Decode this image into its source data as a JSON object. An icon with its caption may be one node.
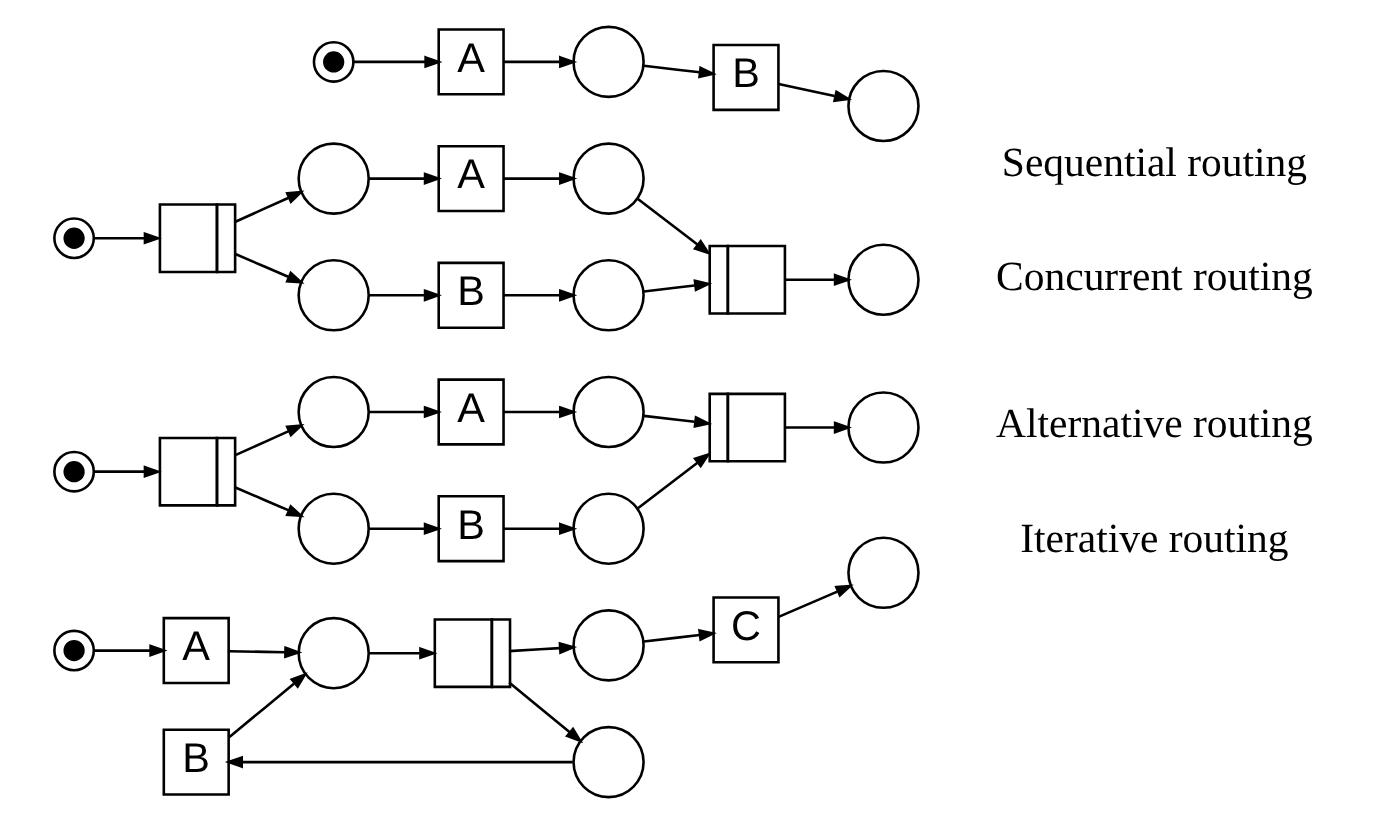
{
  "diagram": {
    "nodes": [
      {
        "text": [],
        "shape": "token"
      },
      {
        "text": [
          "A"
        ]
      },
      {
        "text": [],
        "shape": "circle"
      },
      {
        "text": [
          "B"
        ]
      },
      {
        "text": [],
        "shape": "circle"
      },
      {
        "text": [],
        "shape": "token"
      },
      {
        "text": [],
        "shape": "split"
      },
      {
        "text": [],
        "shape": "circle"
      },
      {
        "text": [],
        "shape": "circle"
      },
      {
        "text": [
          "A"
        ]
      },
      {
        "text": [
          "B"
        ]
      },
      {
        "text": [],
        "shape": "circle"
      },
      {
        "text": [],
        "shape": "circle"
      },
      {
        "text": [],
        "shape": "join"
      },
      {
        "text": [],
        "shape": "circle"
      },
      {
        "text": [],
        "shape": "token"
      },
      {
        "text": [],
        "shape": "split"
      },
      {
        "text": [],
        "shape": "circle"
      },
      {
        "text": [],
        "shape": "circle"
      },
      {
        "text": [
          "A"
        ]
      },
      {
        "text": [
          "B"
        ]
      },
      {
        "text": [],
        "shape": "circle"
      },
      {
        "text": [],
        "shape": "circle"
      },
      {
        "text": [],
        "shape": "join"
      },
      {
        "text": [],
        "shape": "circle"
      },
      {
        "text": [
          "B"
        ]
      },
      {
        "text": [],
        "shape": "circle"
      },
      {
        "text": [],
        "shape": "token"
      },
      {
        "text": [
          "A"
        ]
      },
      {
        "text": [],
        "shape": "circle"
      },
      {
        "text": [],
        "shape": "split"
      },
      {
        "text": [],
        "shape": "circle"
      },
      {
        "text": [
          "C"
        ]
      },
      {
        "text": [],
        "shape": "circle"
      }
    ],
    "edges": [
      {
        "from": 0,
        "to": 1,
        "arrow": "to"
      },
      {
        "from": 1,
        "to": 2,
        "arrow": "to"
      },
      {
        "from": 2,
        "to": 3,
        "arrow": "to"
      },
      {
        "from": 3,
        "to": 4,
        "arrow": "to"
      },
      {
        "from": 5,
        "to": 6,
        "arrow": "to"
      },
      {
        "from": 6,
        "to": 7,
        "arrow": "to"
      },
      {
        "from": 6,
        "to": 8,
        "arrow": "to"
      },
      {
        "from": 7,
        "to": 9,
        "arrow": "to"
      },
      {
        "from": 8,
        "to": 10,
        "arrow": "to"
      },
      {
        "from": 9,
        "to": 11,
        "arrow": "to"
      },
      {
        "from": 10,
        "to": 12,
        "arrow": "to"
      },
      {
        "from": 11,
        "to": 13,
        "arrow": "to"
      },
      {
        "from": 12,
        "to": 13,
        "arrow": "to"
      },
      {
        "from": 13,
        "to": 14,
        "arrow": "to"
      },
      {
        "from": 15,
        "to": 16,
        "arrow": "to"
      },
      {
        "from": 16,
        "to": 17,
        "arrow": "to"
      },
      {
        "from": 16,
        "to": 18,
        "arrow": "to"
      },
      {
        "from": 17,
        "to": 19,
        "arrow": "to"
      },
      {
        "from": 18,
        "to": 20,
        "arrow": "to"
      },
      {
        "from": 19,
        "to": 21,
        "arrow": "to"
      },
      {
        "from": 20,
        "to": 22,
        "arrow": "to"
      },
      {
        "from": 21,
        "to": 23,
        "arrow": "to"
      },
      {
        "from": 22,
        "to": 23,
        "arrow": "to"
      },
      {
        "from": 23,
        "to": 24,
        "arrow": "to"
      },
      {
        "from": 27,
        "to": 28,
        "arrow": "to"
      },
      {
        "from": 28,
        "to": 29,
        "arrow": "to"
      },
      {
        "from": 29,
        "to": 30,
        "arrow": "to"
      },
      {
        "from": 30,
        "to": 26,
        "arrow": "to"
      },
      {
        "from": 26,
        "to": 25,
        "arrow": "to"
      },
      {
        "from": 25,
        "to": 29,
        "arrow": "to"
      },
      {
        "from": 30,
        "to": 31,
        "arrow": "to"
      },
      {
        "from": 31,
        "to": 32,
        "arrow": "to"
      },
      {
        "from": 32,
        "to": 33,
        "arrow": "to"
      }
    ],
    "labels": [
      "Sequential routing",
      "Concurrent routing",
      "Alternative routing",
      "Iterative routing"
    ]
  }
}
